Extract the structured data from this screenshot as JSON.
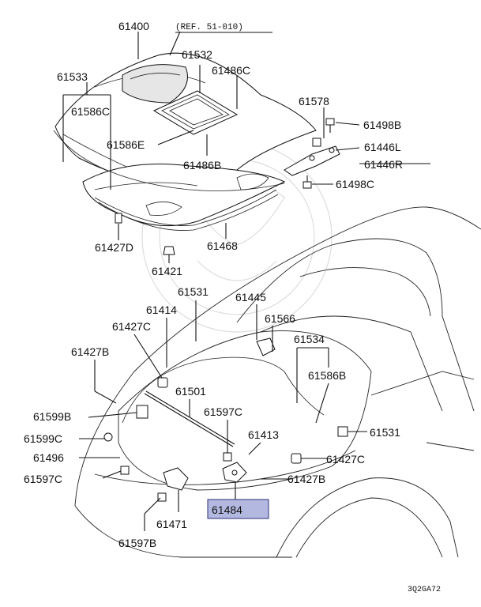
{
  "diagram": {
    "figure_code": "3Q2GA72",
    "reference_note": "(REF. 51-010)",
    "highlight_color": "#b3b8e0",
    "highlighted_part": "61484",
    "labels": {
      "p61400": "61400",
      "p61532": "61532",
      "p61486C": "61486C",
      "p61533": "61533",
      "p61586C": "61586C",
      "p61586E": "61586E",
      "p61486B": "61486B",
      "p61578": "61578",
      "p61498B": "61498B",
      "p61446L": "61446L",
      "p61446R": "61446R",
      "p61498C": "61498C",
      "p61427D": "61427D",
      "p61468": "61468",
      "p61421": "61421",
      "p61531_top": "61531",
      "p61445": "61445",
      "p61414": "61414",
      "p61566": "61566",
      "p61427C_left": "61427C",
      "p61534": "61534",
      "p61427B_left": "61427B",
      "p61586B": "61586B",
      "p61501": "61501",
      "p61599B": "61599B",
      "p61597C_mid": "61597C",
      "p61599C": "61599C",
      "p61413": "61413",
      "p61531_right": "61531",
      "p61496": "61496",
      "p61427C_right": "61427C",
      "p61597C_left": "61597C",
      "p61427B_right": "61427B",
      "p61484": "61484",
      "p61471": "61471",
      "p61597B": "61597B"
    }
  }
}
